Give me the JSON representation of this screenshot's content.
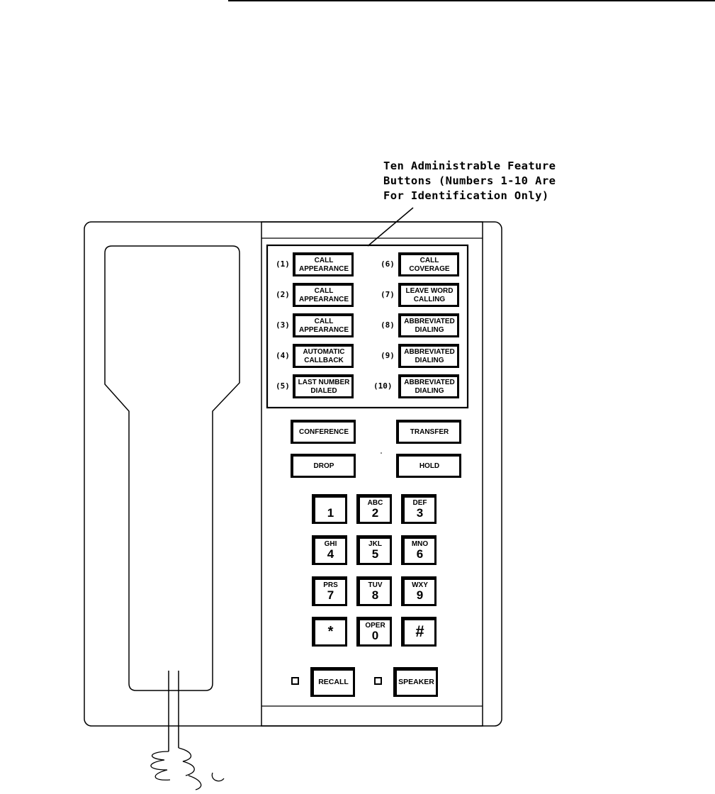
{
  "callout": {
    "text": "Ten Administrable Feature\nButtons (Numbers 1-10 Are\nFor Identification Only)"
  },
  "feature_buttons": [
    {
      "number": "(1)",
      "line1": "CALL",
      "line2": "APPEARANCE"
    },
    {
      "number": "(2)",
      "line1": "CALL",
      "line2": "APPEARANCE"
    },
    {
      "number": "(3)",
      "line1": "CALL",
      "line2": "APPEARANCE"
    },
    {
      "number": "(4)",
      "line1": "AUTOMATIC",
      "line2": "CALLBACK"
    },
    {
      "number": "(5)",
      "line1": "LAST NUMBER",
      "line2": "DIALED"
    },
    {
      "number": "(6)",
      "line1": "CALL",
      "line2": "COVERAGE"
    },
    {
      "number": "(7)",
      "line1": "LEAVE WORD",
      "line2": "CALLING"
    },
    {
      "number": "(8)",
      "line1": "ABBREVIATED",
      "line2": "DIALING"
    },
    {
      "number": "(9)",
      "line1": "ABBREVIATED",
      "line2": "DIALING"
    },
    {
      "number": "(10)",
      "line1": "ABBREVIATED",
      "line2": "DIALING"
    }
  ],
  "fixed_buttons": {
    "conference": "CONFERENCE",
    "transfer": "TRANSFER",
    "drop": "DROP",
    "hold": "HOLD"
  },
  "keypad": [
    {
      "letters": "",
      "digit": "1"
    },
    {
      "letters": "ABC",
      "digit": "2"
    },
    {
      "letters": "DEF",
      "digit": "3"
    },
    {
      "letters": "GHI",
      "digit": "4"
    },
    {
      "letters": "JKL",
      "digit": "5"
    },
    {
      "letters": "MNO",
      "digit": "6"
    },
    {
      "letters": "PRS",
      "digit": "7"
    },
    {
      "letters": "TUV",
      "digit": "8"
    },
    {
      "letters": "WXY",
      "digit": "9"
    },
    {
      "letters": "",
      "digit": "*"
    },
    {
      "letters": "OPER",
      "digit": "0"
    },
    {
      "letters": "",
      "digit": "#"
    }
  ],
  "bottom_buttons": {
    "recall": "RECALL",
    "speaker": "SPEAKER"
  }
}
